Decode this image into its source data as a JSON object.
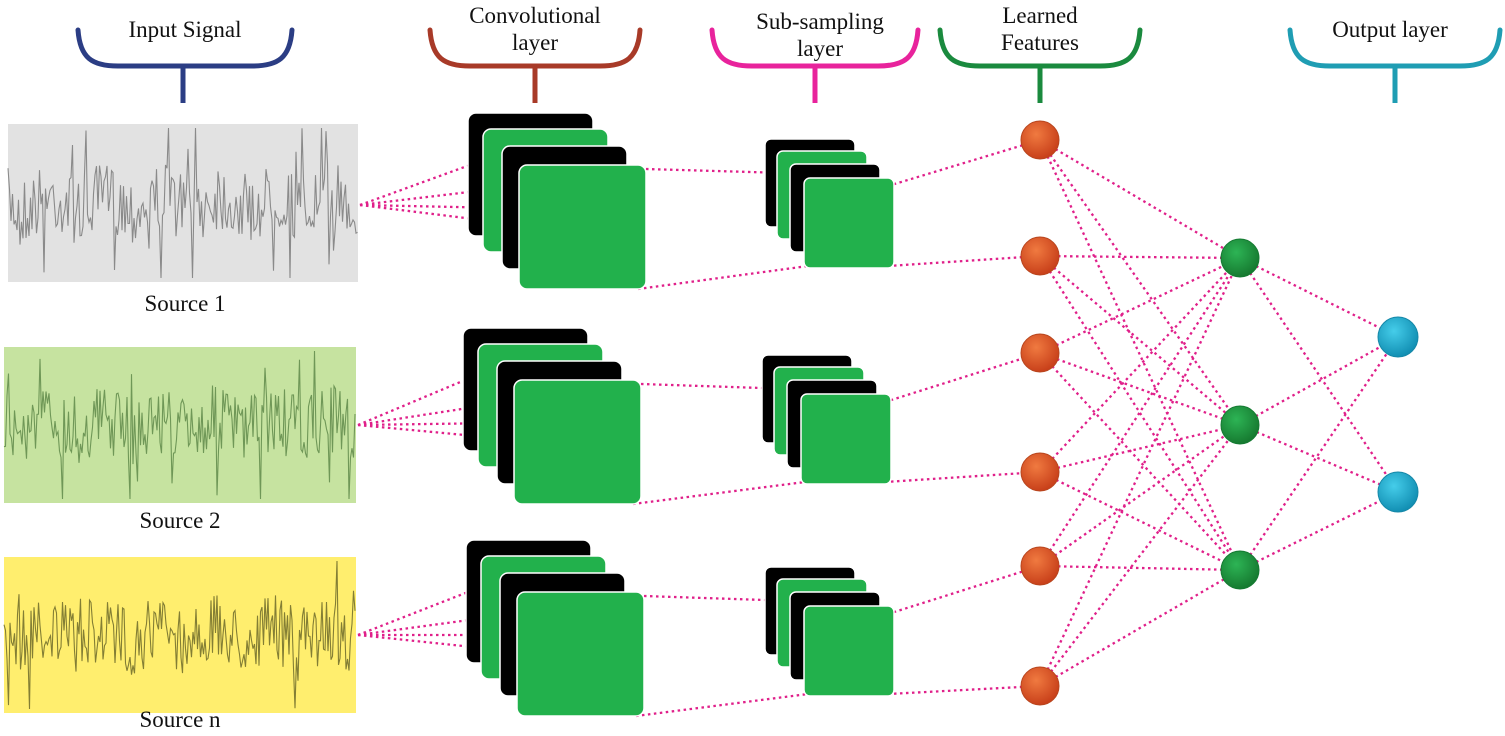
{
  "headers": {
    "input_signal": "Input Signal",
    "convolutional": [
      "Convolutional",
      "layer"
    ],
    "subsampling": [
      "Sub-sampling",
      "layer"
    ],
    "learned": [
      "Learned",
      "Features"
    ],
    "output": "Output layer"
  },
  "sources": [
    {
      "label": "Source 1",
      "bg": "#e2e2e2",
      "wave": "#7a7a7a"
    },
    {
      "label": "Source 2",
      "bg": "#c6e3a0",
      "wave": "#5f8a4a"
    },
    {
      "label": "Source n",
      "bg": "#ffee6e",
      "wave": "#6d6a2a"
    }
  ],
  "colors": {
    "input_bracket": "#2b3d84",
    "conv_bracket": "#a83a28",
    "sub_bracket": "#e8239c",
    "learned_bracket": "#1a8a3e",
    "output_bracket": "#1f9db3",
    "map_green": "#22b14c",
    "map_black": "#000000",
    "connection": "#e0208a",
    "feature_node": "#e05020",
    "hidden_node": "#1e9a3e",
    "output_node": "#1ab3d8"
  },
  "network": {
    "learned_nodes": 6,
    "hidden_nodes": 3,
    "output_nodes": 2
  }
}
